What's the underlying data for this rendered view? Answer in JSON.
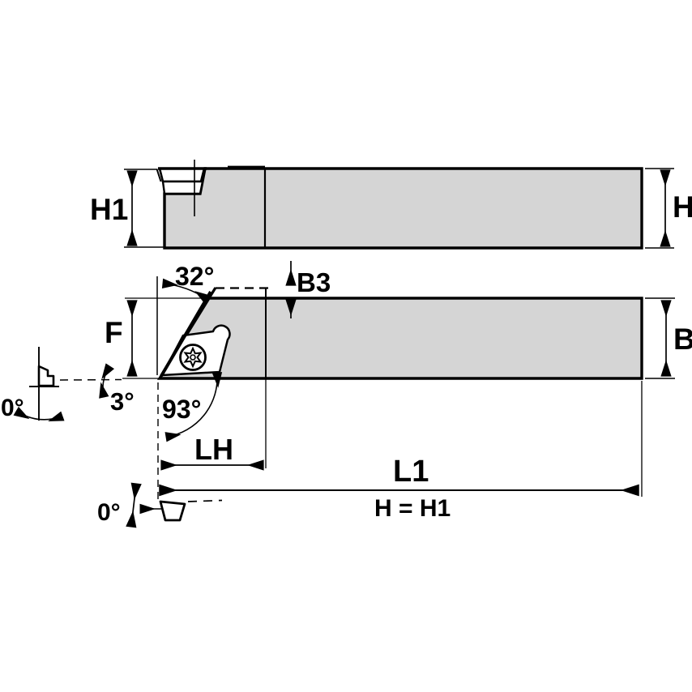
{
  "drawing": {
    "colors": {
      "background": "#ffffff",
      "body_fill": "#d5d5d5",
      "line": "#000000"
    },
    "side_view": {
      "dims": {
        "shank_height_head": "H1",
        "shank_height": "H"
      }
    },
    "plan_view": {
      "dims": {
        "head_offset": "F",
        "tip_overhang": "B3",
        "shank_width": "B",
        "head_length": "LH",
        "overall_length": "L1",
        "height_note": "H = H1"
      },
      "angles": {
        "head_side_angle": "32°",
        "edge_back_taper": "3°",
        "lead_angle": "93°",
        "inclination_front": "0°",
        "rake_side": "0°"
      }
    }
  }
}
